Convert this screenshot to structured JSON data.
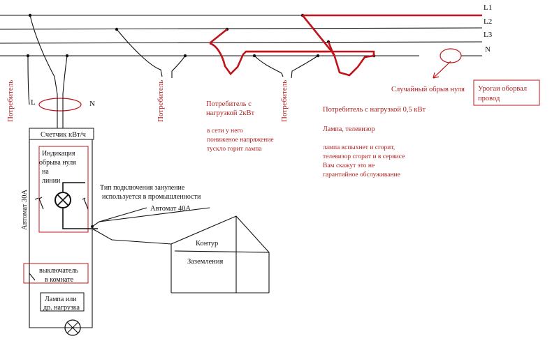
{
  "lines": {
    "l1": "L1",
    "l2": "L2",
    "l3": "L3",
    "n": "N"
  },
  "consumer_label": "Потребитель",
  "meter": {
    "l": "L",
    "n": "N",
    "label": "Счетчик кВт/ч"
  },
  "indication": [
    "Индикация",
    "обрыва нуля",
    "на",
    "линии"
  ],
  "breaker30": "Автомат 30А",
  "zeroing_note": [
    "Тип подключения зануление",
    "используется в промышленности"
  ],
  "breaker40": "Автомат 40А",
  "ground": {
    "top": "Контур",
    "bottom": "Заземления"
  },
  "room_switch": [
    "выключатель",
    "в комнате"
  ],
  "load_box": [
    "Лампа или",
    "др. нагрузка"
  ],
  "consumer_2kw": {
    "title": [
      "Потребитель с",
      "нагрузкой 2кВт"
    ],
    "note": [
      "в сети у него",
      "пониженое напряжение",
      "тускло горит лампа"
    ]
  },
  "consumer_05kw": {
    "title": "Потребитель  с нагрузкой 0,5 кВт",
    "devices": "Лампа, телевизор",
    "note": [
      "лампа вспыхнет и сгорит,",
      "телевизор сгорит  и в сервисе",
      "Вам скажут это не",
      "гарантийное обслуживание"
    ]
  },
  "break_note": "Случайный обрыв нуля",
  "cause_box": [
    "Урогаи оборвал",
    "провод"
  ],
  "colors": {
    "red": "#c0141c",
    "text_red": "#b22222",
    "ink": "#111111"
  }
}
